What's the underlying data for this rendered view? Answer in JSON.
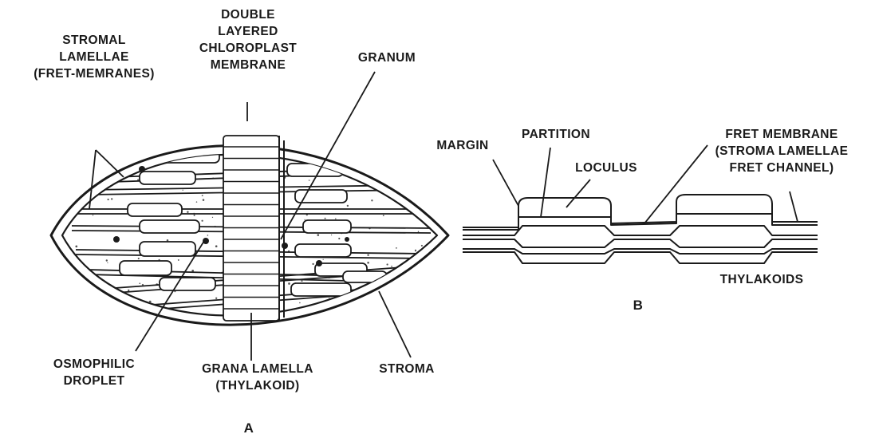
{
  "panel_a": {
    "label": "A",
    "stromal_lamellae": [
      "STROMAL",
      "LAMELLAE",
      "(FRET-MEMRANES)"
    ],
    "double_layered": [
      "DOUBLE",
      "LAYERED",
      "CHLOROPLAST",
      "MEMBRANE"
    ],
    "granum": "GRANUM",
    "osmophilic": [
      "OSMOPHILIC",
      "DROPLET"
    ],
    "grana_lamella": [
      "GRANA LAMELLA",
      "(THYLAKOID)"
    ],
    "stroma": "STROMA"
  },
  "panel_b": {
    "label": "B",
    "margin": "MARGIN",
    "partition": "PARTITION",
    "loculus": "LOCULUS",
    "fret": [
      "FRET MEMBRANE",
      "(STROMA LAMELLAE",
      "FRET CHANNEL)"
    ],
    "thylakoids": "THYLAKOIDS"
  },
  "colors": {
    "ink": "#1a1a1a",
    "stipple": "#555555"
  }
}
